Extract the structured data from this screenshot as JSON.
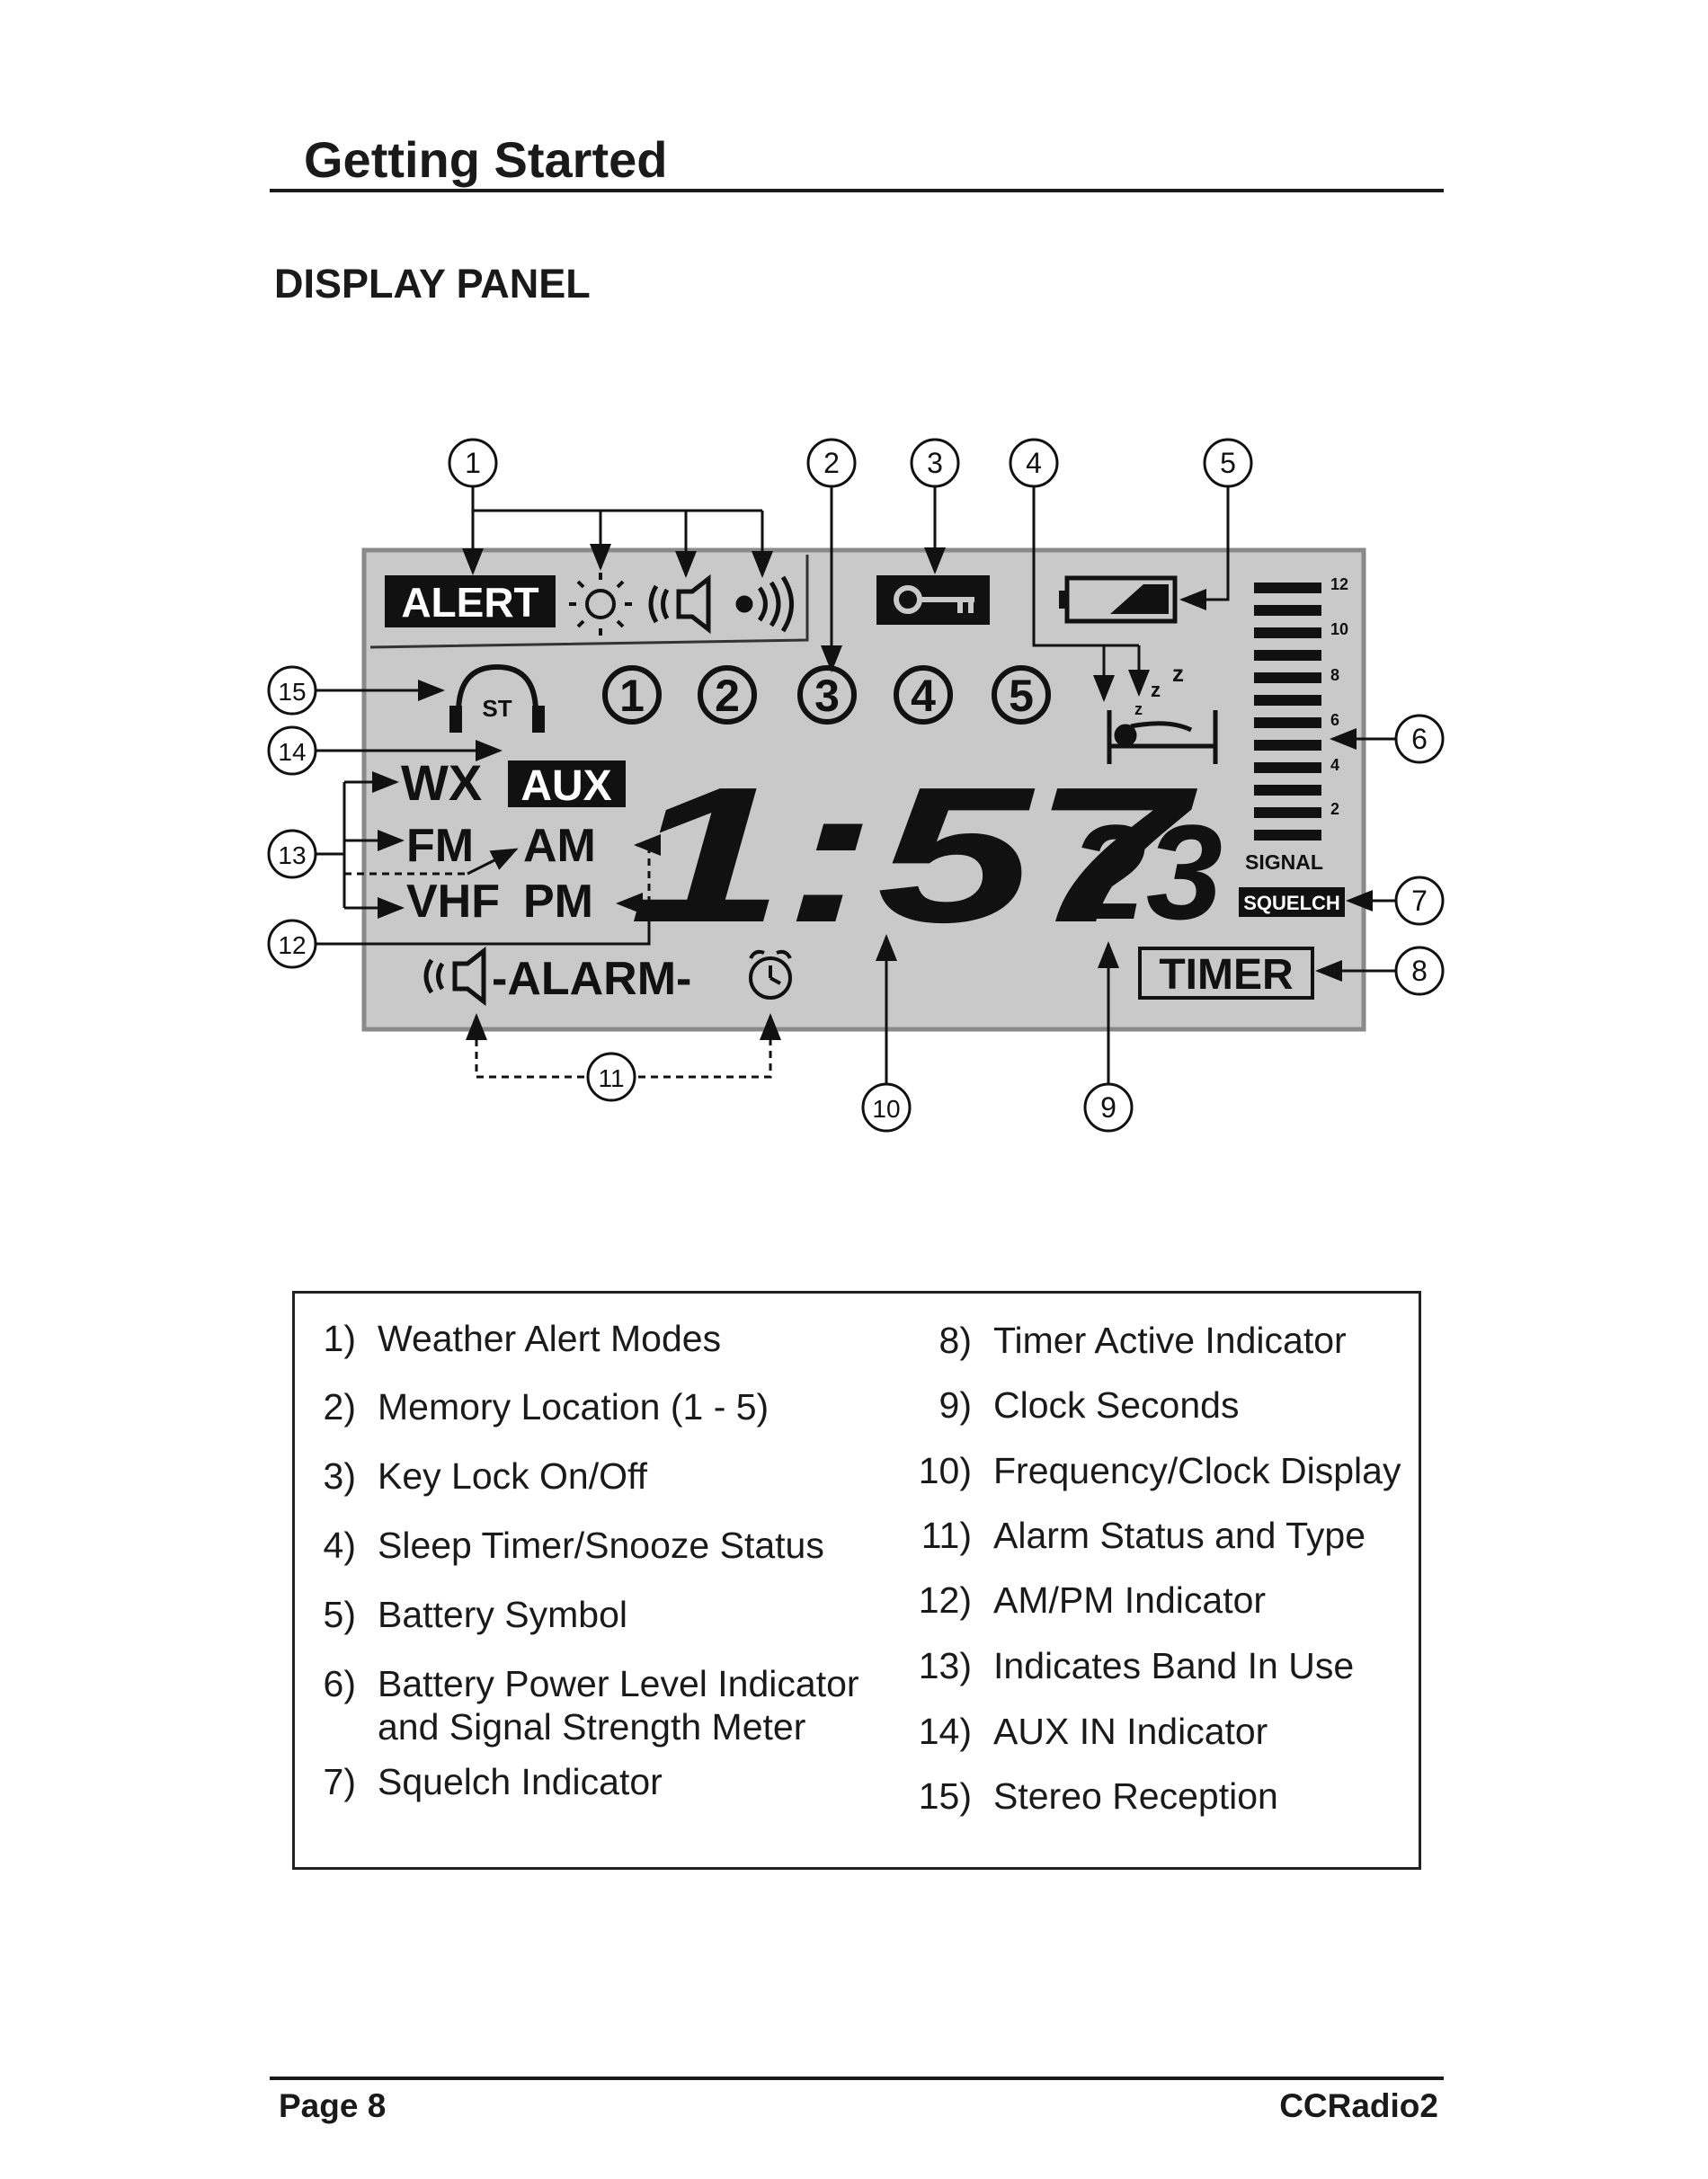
{
  "header": {
    "title": "Getting Started"
  },
  "section": {
    "title": "DISPLAY PANEL"
  },
  "lcd": {
    "alert": "ALERT",
    "stereo": "ST",
    "presets": [
      "1",
      "2",
      "3",
      "4",
      "5"
    ],
    "band_wx": "WX",
    "band_aux": "AUX",
    "band_fm": "FM",
    "band_am": "AM",
    "band_vhf": "VHF",
    "band_pm": "PM",
    "alarm": "-ALARM-",
    "time_main": "1:57",
    "time_seconds": "23",
    "signal_scale": [
      "12",
      "10",
      "8",
      "6",
      "4",
      "2"
    ],
    "signal_label": "SIGNAL",
    "squelch": "SQUELCH",
    "timer": "TIMER",
    "callouts": [
      "1",
      "2",
      "3",
      "4",
      "5",
      "6",
      "7",
      "8",
      "9",
      "10",
      "11",
      "12",
      "13",
      "14",
      "15"
    ]
  },
  "legend": {
    "items": [
      {
        "num": "1)",
        "label": "Weather Alert Modes"
      },
      {
        "num": "2)",
        "label": "Memory Location (1 - 5)"
      },
      {
        "num": "3)",
        "label": "Key Lock On/Off"
      },
      {
        "num": "4)",
        "label": "Sleep Timer/Snooze Status"
      },
      {
        "num": "5)",
        "label": "Battery Symbol"
      },
      {
        "num": "6)",
        "label": "Battery Power Level Indicator",
        "label2": "and Signal Strength Meter"
      },
      {
        "num": "7)",
        "label": "Squelch Indicator"
      },
      {
        "num": "8)",
        "label": "Timer Active Indicator"
      },
      {
        "num": "9)",
        "label": "Clock Seconds"
      },
      {
        "num": "10)",
        "label": "Frequency/Clock Display"
      },
      {
        "num": "11)",
        "label": "Alarm Status and Type"
      },
      {
        "num": "12)",
        "label": "AM/PM Indicator"
      },
      {
        "num": "13)",
        "label": "Indicates Band In Use"
      },
      {
        "num": "14)",
        "label": "AUX IN Indicator"
      },
      {
        "num": "15)",
        "label": "Stereo Reception"
      }
    ]
  },
  "footer": {
    "page": "Page 8",
    "model": "CCRadio2"
  }
}
